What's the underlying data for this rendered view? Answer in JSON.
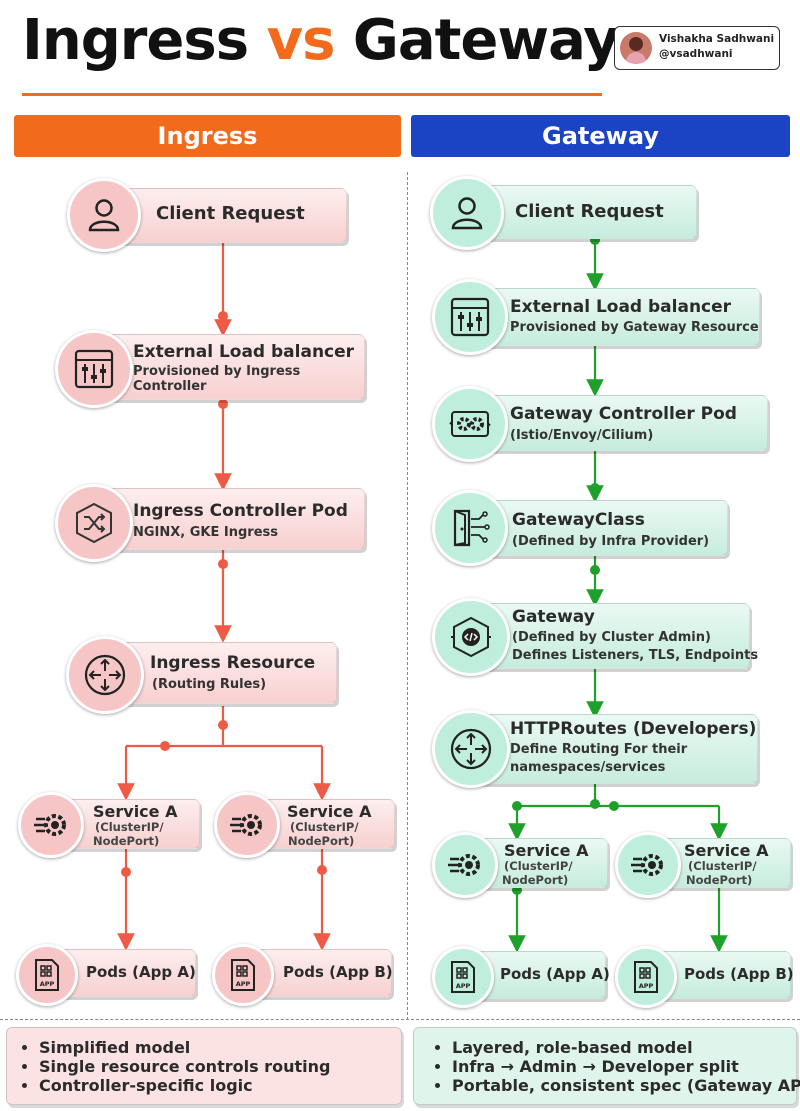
{
  "title": {
    "part1": "Ingress",
    "vs": "vs",
    "part2": "Gateways"
  },
  "author": {
    "name": "Vishakha Sadhwani",
    "handle": "@vsadhwani"
  },
  "colors": {
    "orange": "#f26a1b",
    "blue": "#1b44c4",
    "red": "#ee5a45",
    "green": "#1fa02a"
  },
  "ingress": {
    "header": "Ingress",
    "client": {
      "title": "Client Request",
      "icon": "user-icon"
    },
    "elb": {
      "title": "External Load balancer",
      "sub1": "Provisioned by Ingress",
      "sub2": "Controller",
      "icon": "sliders-icon"
    },
    "controller": {
      "title": "Ingress Controller Pod",
      "sub": "NGINX, GKE Ingress",
      "icon": "shuffle-hex-icon"
    },
    "resource": {
      "title": "Ingress Resource",
      "sub": "(Routing Rules)",
      "icon": "route-arrows-icon"
    },
    "services": [
      {
        "title": "Service A",
        "sub1": "(ClusterIP/",
        "sub2": "NodePort)",
        "icon": "service-gear-icon"
      },
      {
        "title": "Service A",
        "sub1": "(ClusterIP/",
        "sub2": "NodePort)",
        "icon": "service-gear-icon"
      }
    ],
    "pods": [
      {
        "label": "Pods (App A)",
        "icon": "app-file-icon",
        "icon_text": "APP"
      },
      {
        "label": "Pods (App B)",
        "icon": "app-file-icon",
        "icon_text": "APP"
      }
    ],
    "notes": [
      "Simplified model",
      "Single resource controls routing",
      "Controller-specific logic"
    ]
  },
  "gateway": {
    "header": "Gateway",
    "client": {
      "title": "Client Request",
      "icon": "user-icon"
    },
    "elb": {
      "title": "External Load balancer",
      "sub": "Provisioned by Gateway Resource",
      "icon": "sliders-icon"
    },
    "controller": {
      "title": "Gateway Controller Pod",
      "sub": "(Istio/Envoy/Cilium)",
      "icon": "gears-icon"
    },
    "gatewayclass": {
      "title": "GatewayClass",
      "sub": "(Defined by Infra Provider)",
      "icon": "door-circuit-icon"
    },
    "gw": {
      "title": "Gateway",
      "sub1": "(Defined by Cluster Admin)",
      "sub2": "Defines Listeners, TLS, Endpoints",
      "icon": "code-hex-icon"
    },
    "httproutes": {
      "title": "HTTPRoutes (Developers)",
      "sub1": "Define Routing For their",
      "sub2": "namespaces/services",
      "icon": "route-arrows-icon"
    },
    "services": [
      {
        "title": "Service A",
        "sub1": "(ClusterIP/",
        "sub2": "NodePort)",
        "icon": "service-gear-icon"
      },
      {
        "title": "Service A",
        "sub1": "(ClusterIP/",
        "sub2": "NodePort)",
        "icon": "service-gear-icon"
      }
    ],
    "pods": [
      {
        "label": "Pods (App A)",
        "icon": "app-file-icon",
        "icon_text": "APP"
      },
      {
        "label": "Pods (App B)",
        "icon": "app-file-icon",
        "icon_text": "APP"
      }
    ],
    "notes": [
      "Layered, role-based model",
      "Infra → Admin → Developer split",
      "Portable, consistent spec (Gateway API)"
    ]
  }
}
